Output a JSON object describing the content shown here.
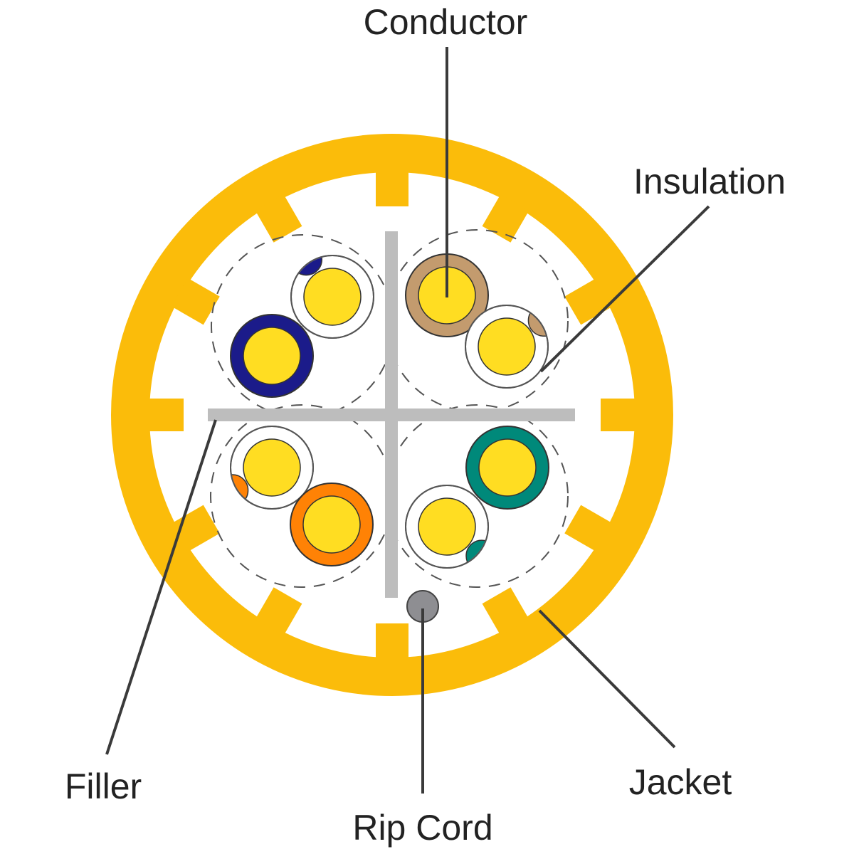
{
  "labels": {
    "conductor": "Conductor",
    "insulation": "Insulation",
    "filler": "Filler",
    "rip_cord": "Rip Cord",
    "jacket": "Jacket"
  },
  "colors": {
    "jacket": "#FBBC0A",
    "conductor": "#FFDD22",
    "filler": "#BDBDBD",
    "rip_cord": "#8E8E92",
    "leader": "#3A3A3A",
    "blue": "#1B1B8A",
    "brown": "#C39B6E",
    "orange": "#FF8205",
    "green": "#00897A",
    "white": "#FFFFFF"
  },
  "wires": [
    {
      "name": "blue-white",
      "insulation": "white",
      "stripe": "blue"
    },
    {
      "name": "blue",
      "insulation": "blue",
      "stripe": null
    },
    {
      "name": "brown",
      "insulation": "brown",
      "stripe": null
    },
    {
      "name": "brown-white",
      "insulation": "white",
      "stripe": "brown"
    },
    {
      "name": "orange-white",
      "insulation": "white",
      "stripe": "orange"
    },
    {
      "name": "orange",
      "insulation": "orange",
      "stripe": null
    },
    {
      "name": "green",
      "insulation": "green",
      "stripe": null
    },
    {
      "name": "green-white",
      "insulation": "white",
      "stripe": "green"
    }
  ]
}
